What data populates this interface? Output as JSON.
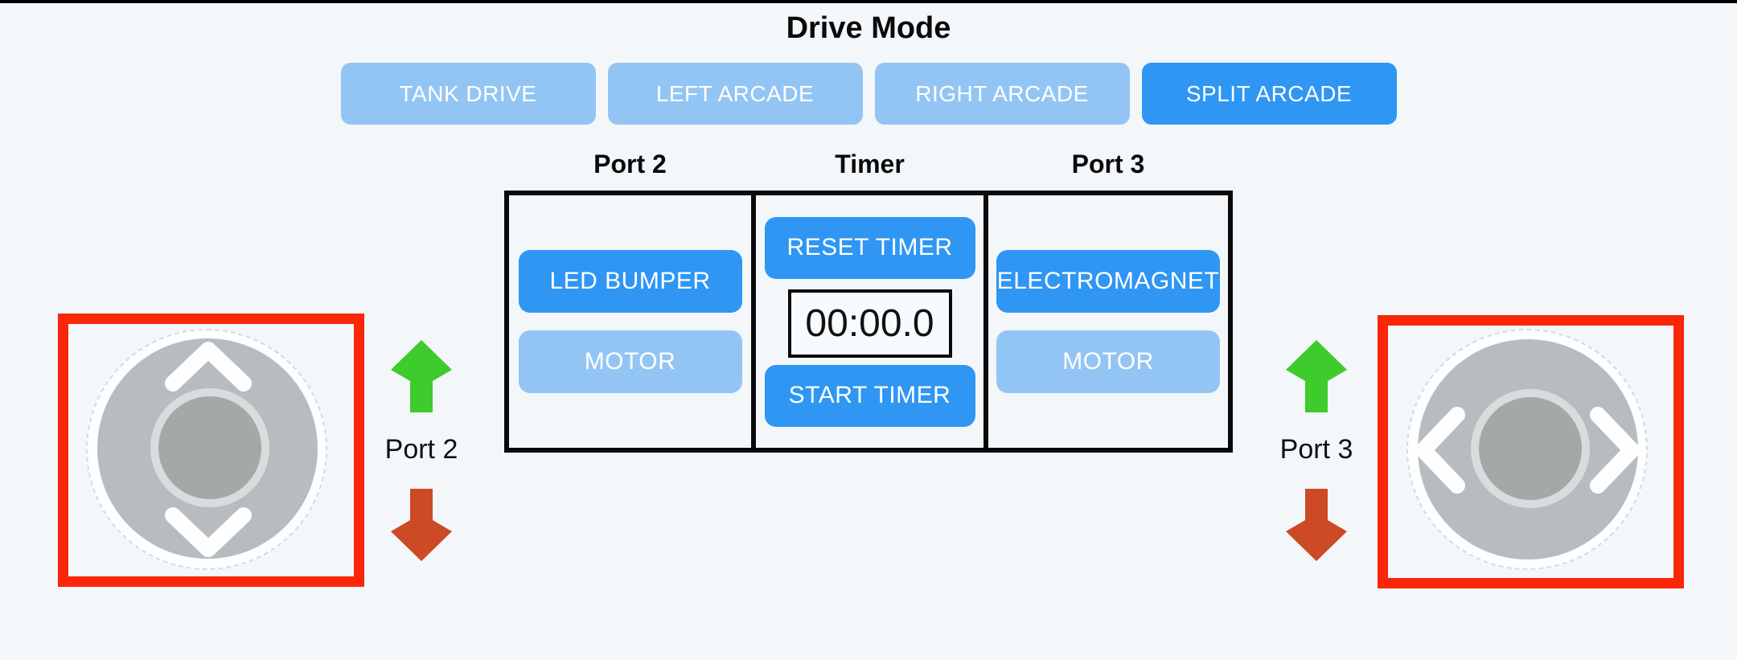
{
  "title": "Drive Mode",
  "drive_modes": {
    "items": [
      {
        "label": "TANK DRIVE",
        "active": false
      },
      {
        "label": "LEFT ARCADE",
        "active": false
      },
      {
        "label": "RIGHT ARCADE",
        "active": false
      },
      {
        "label": "SPLIT ARCADE",
        "active": true
      }
    ],
    "selected": "SPLIT ARCADE"
  },
  "control_panel": {
    "port2": {
      "header": "Port 2",
      "buttons": [
        {
          "label": "LED BUMPER",
          "active": true
        },
        {
          "label": "MOTOR",
          "active": false
        }
      ]
    },
    "timer": {
      "header": "Timer",
      "reset_label": "RESET TIMER",
      "display": "00:00.0",
      "start_label": "START TIMER"
    },
    "port3": {
      "header": "Port 3",
      "buttons": [
        {
          "label": "ELECTROMAGNET",
          "active": true
        },
        {
          "label": "MOTOR",
          "active": false
        }
      ]
    }
  },
  "joysticks": {
    "left": {
      "label": "Port 2",
      "axis": "vertical"
    },
    "right": {
      "label": "Port 3",
      "axis": "horizontal"
    }
  },
  "colors": {
    "background": "#f3f7fa",
    "accent_active": "#2f96f3",
    "accent_inactive": "#93c5f4",
    "highlight_red": "#fb2508",
    "arrow_up_green": "#3ecb2c",
    "arrow_down_red": "#cc4a26",
    "table_border": "#0a0a0a"
  }
}
